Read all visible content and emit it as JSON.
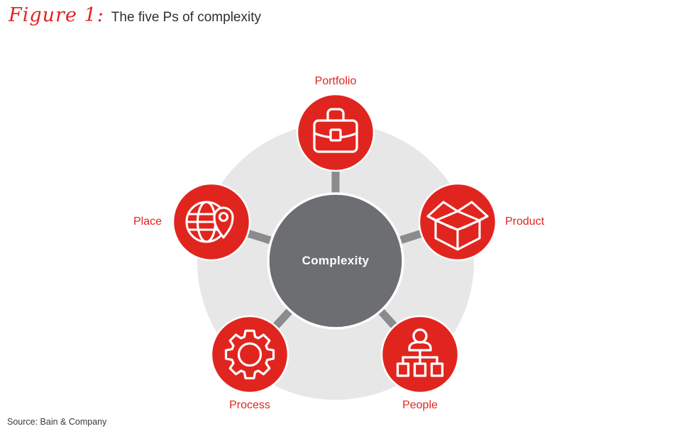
{
  "header": {
    "figure_label": "Figure 1:",
    "title": "The five Ps of complexity"
  },
  "diagram": {
    "center": {
      "label": "Complexity"
    },
    "nodes": [
      {
        "id": "portfolio",
        "label": "Portfolio",
        "icon": "briefcase-icon",
        "label_position": "top"
      },
      {
        "id": "product",
        "label": "Product",
        "icon": "open-box-icon",
        "label_position": "right"
      },
      {
        "id": "people",
        "label": "People",
        "icon": "org-chart-icon",
        "label_position": "bottom"
      },
      {
        "id": "process",
        "label": "Process",
        "icon": "gear-icon",
        "label_position": "bottom"
      },
      {
        "id": "place",
        "label": "Place",
        "icon": "globe-pin-icon",
        "label_position": "left"
      }
    ],
    "colors": {
      "accent_red": "#e0251f",
      "hub_gray": "#6d6e71",
      "background_ring_gray": "#e7e7e8",
      "spoke_gray": "#898b8e",
      "icon_stroke": "#ffffff"
    }
  },
  "footer": {
    "source": "Source: Bain & Company"
  }
}
